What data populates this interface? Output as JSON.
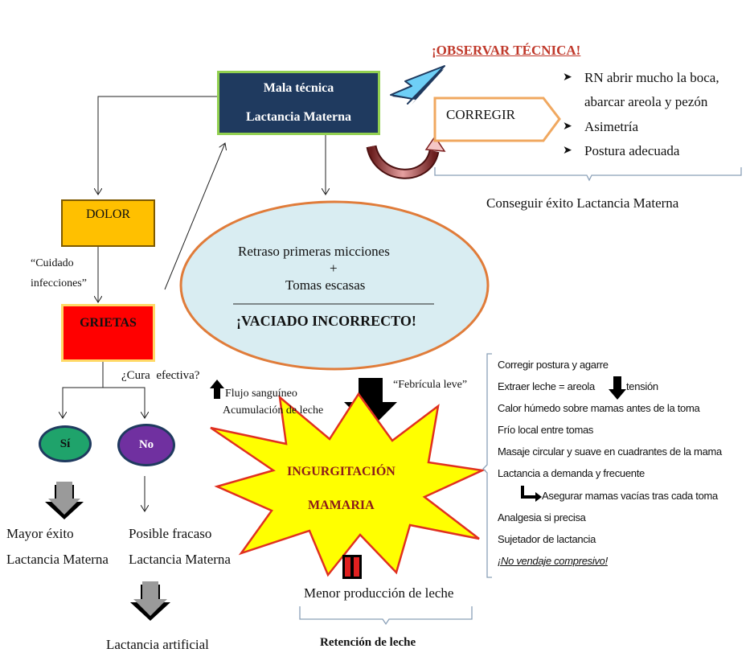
{
  "mala_tecnica": {
    "line1": "Mala técnica",
    "line2": "Lactancia Materna",
    "color": "#1f3a5f"
  },
  "observar": {
    "title": "¡OBSERVAR TÉCNICA!",
    "color": "#c0392b"
  },
  "corregir": {
    "label": "CORREGIR"
  },
  "tips": [
    {
      "text": "RN abrir mucho la boca,"
    },
    {
      "text": "abarcar areola y pezón"
    },
    {
      "text": "Asimetría"
    },
    {
      "text": "Postura adecuada"
    }
  ],
  "exito": "Conseguir éxito Lactancia Materna",
  "dolor": {
    "label": "DOLOR",
    "color": "#ffc000"
  },
  "cuidado": {
    "line1": "“Cuidado",
    "line2": "infecciones”"
  },
  "grietas": {
    "label": "GRIETAS",
    "color": "#ff0000"
  },
  "cura": "¿Cura  efectiva?",
  "si": {
    "label": "Sí",
    "color": "#1fa36b"
  },
  "no": {
    "label": "No",
    "color": "#7030a0"
  },
  "mayor": {
    "line1": "Mayor éxito",
    "line2": "Lactancia Materna"
  },
  "posible": {
    "line1": "Posible fracaso",
    "line2": "Lactancia Materna"
  },
  "artificial": "Lactancia artificial",
  "ellipse": {
    "line1": "Retraso primeras micciones",
    "plus": "+",
    "line2": "Tomas escasas",
    "line3": "¡VACIADO INCORRECTO!"
  },
  "flujo": "Flujo sanguíneo",
  "acumulacion": "Acumulación de leche",
  "febricula": "“Febrícula leve”",
  "ingurgitacion": {
    "line1": "INGURGITACIÓN",
    "line2": "MAMARIA"
  },
  "menor": "Menor producción de leche",
  "retencion": "Retención de leche",
  "measures": [
    "Corregir postura y agarre",
    "Extraer leche = areola",
    "tensión",
    "Calor húmedo sobre mamas antes de la toma",
    "Frío local entre tomas",
    "Masaje circular y suave en cuadrantes de la mama",
    "Lactancia a demanda y frecuente",
    "Asegurar mamas vacías tras cada toma",
    "Analgesia si precisa",
    "Sujetador de lactancia",
    "¡No vendaje compresivo!"
  ]
}
